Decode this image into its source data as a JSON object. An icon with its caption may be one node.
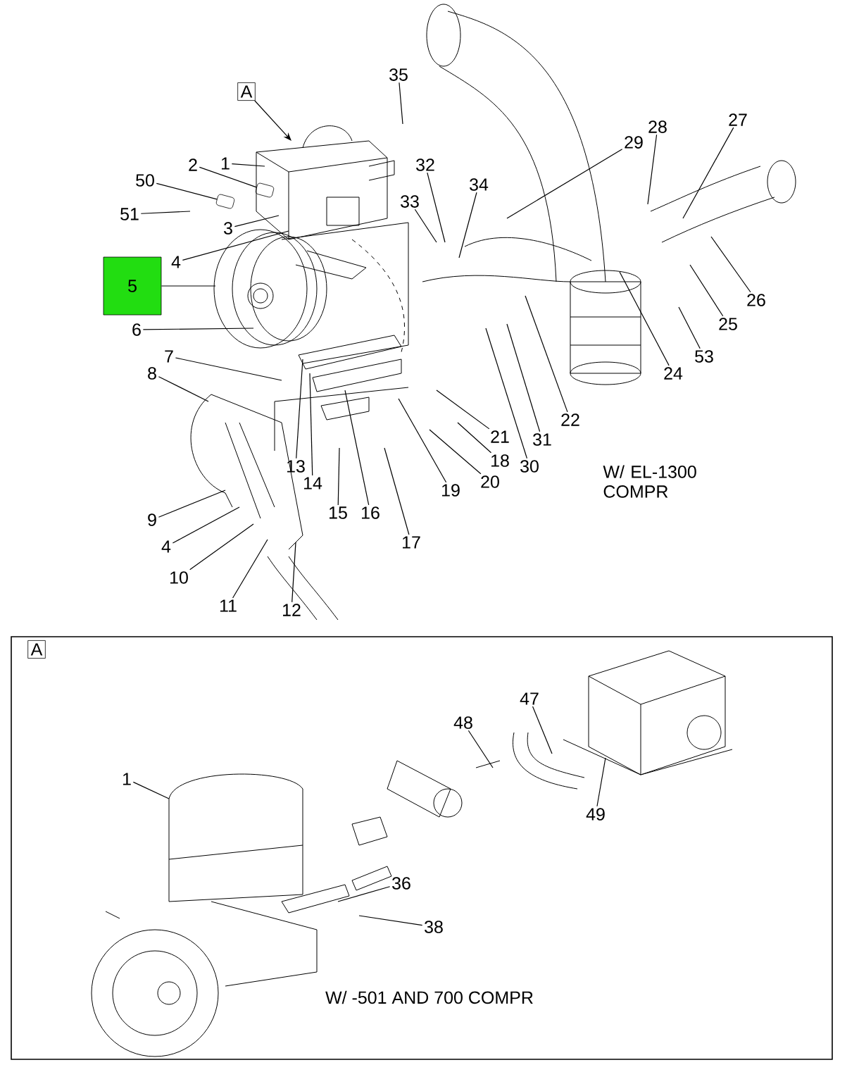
{
  "diagram": {
    "nodes": [
      {
        "text": [
          "A"
        ]
      },
      {
        "text": [
          "35"
        ]
      },
      {
        "text": [
          "1"
        ]
      },
      {
        "text": [
          "2"
        ]
      },
      {
        "text": [
          "50"
        ]
      },
      {
        "text": [
          "51"
        ]
      },
      {
        "text": [
          "3"
        ]
      },
      {
        "text": [
          "4"
        ]
      },
      {
        "text": [
          "5"
        ]
      },
      {
        "text": [
          "6"
        ]
      },
      {
        "text": [
          "7"
        ]
      },
      {
        "text": [
          "8"
        ]
      },
      {
        "text": [
          "13"
        ]
      },
      {
        "text": [
          "14"
        ]
      },
      {
        "text": [
          "15"
        ]
      },
      {
        "text": [
          "16"
        ]
      },
      {
        "text": [
          "17"
        ]
      },
      {
        "text": [
          "9"
        ]
      },
      {
        "text": [
          "4"
        ]
      },
      {
        "text": [
          "10"
        ]
      },
      {
        "text": [
          "11"
        ]
      },
      {
        "text": [
          "12"
        ]
      },
      {
        "text": [
          "33"
        ]
      },
      {
        "text": [
          "32"
        ]
      },
      {
        "text": [
          "34"
        ]
      },
      {
        "text": [
          "29"
        ]
      },
      {
        "text": [
          "28"
        ]
      },
      {
        "text": [
          "27"
        ]
      },
      {
        "text": [
          "26"
        ]
      },
      {
        "text": [
          "25"
        ]
      },
      {
        "text": [
          "53"
        ]
      },
      {
        "text": [
          "24"
        ]
      },
      {
        "text": [
          "22"
        ]
      },
      {
        "text": [
          "31"
        ]
      },
      {
        "text": [
          "30"
        ]
      },
      {
        "text": [
          "21"
        ]
      },
      {
        "text": [
          "18"
        ]
      },
      {
        "text": [
          "20"
        ]
      },
      {
        "text": [
          "19"
        ]
      },
      {
        "text": [
          "W/ -501 AND 700 COMPR"
        ]
      },
      {
        "text": [
          "A"
        ],
        "in": 39
      },
      {
        "text": [
          "1"
        ],
        "in": 39
      },
      {
        "text": [
          "48"
        ],
        "in": 39
      },
      {
        "text": [
          "47"
        ],
        "in": 39
      },
      {
        "text": [
          "49"
        ],
        "in": 39
      },
      {
        "text": [
          "36"
        ],
        "in": 39
      },
      {
        "text": [
          "38"
        ],
        "in": 39
      },
      {
        "text": [],
        "shape": "picture"
      },
      {
        "text": [],
        "shape": "picture"
      }
    ],
    "edges": [
      {
        "from": 0,
        "to": null,
        "arrow": "to"
      },
      {
        "from": 1,
        "to": null,
        "arrow": "none"
      },
      {
        "from": 2,
        "to": null,
        "arrow": "none"
      },
      {
        "from": 3,
        "to": 48,
        "arrow": "none"
      },
      {
        "from": 4,
        "to": 47,
        "arrow": "none"
      },
      {
        "from": 5,
        "to": null,
        "arrow": "none"
      },
      {
        "from": 6,
        "to": null,
        "arrow": "none"
      },
      {
        "from": 7,
        "to": null,
        "arrow": "none"
      },
      {
        "from": 8,
        "to": null,
        "arrow": "none"
      },
      {
        "from": 9,
        "to": null,
        "arrow": "none"
      },
      {
        "from": 10,
        "to": null,
        "arrow": "none"
      },
      {
        "from": 11,
        "to": null,
        "arrow": "none"
      },
      {
        "from": 12,
        "to": null,
        "arrow": "none"
      },
      {
        "from": 13,
        "to": null,
        "arrow": "none"
      },
      {
        "from": 14,
        "to": null,
        "arrow": "none"
      },
      {
        "from": 15,
        "to": null,
        "arrow": "none"
      },
      {
        "from": 16,
        "to": null,
        "arrow": "none"
      },
      {
        "from": 17,
        "to": null,
        "arrow": "none"
      },
      {
        "from": 18,
        "to": null,
        "arrow": "none"
      },
      {
        "from": 19,
        "to": null,
        "arrow": "none"
      },
      {
        "from": 20,
        "to": null,
        "arrow": "none"
      },
      {
        "from": 21,
        "to": null,
        "arrow": "none"
      },
      {
        "from": 22,
        "to": null,
        "arrow": "none"
      },
      {
        "from": 23,
        "to": null,
        "arrow": "none"
      },
      {
        "from": 24,
        "to": null,
        "arrow": "none"
      },
      {
        "from": 25,
        "to": null,
        "arrow": "none"
      },
      {
        "from": 26,
        "to": null,
        "arrow": "none"
      },
      {
        "from": 27,
        "to": null,
        "arrow": "none"
      },
      {
        "from": 28,
        "to": null,
        "arrow": "none"
      },
      {
        "from": 29,
        "to": null,
        "arrow": "none"
      },
      {
        "from": 30,
        "to": null,
        "arrow": "none"
      },
      {
        "from": 31,
        "to": null,
        "arrow": "none"
      },
      {
        "from": 32,
        "to": null,
        "arrow": "none"
      },
      {
        "from": 33,
        "to": null,
        "arrow": "none"
      },
      {
        "from": 34,
        "to": null,
        "arrow": "none"
      },
      {
        "from": 35,
        "to": null,
        "arrow": "none"
      },
      {
        "from": 36,
        "to": null,
        "arrow": "none"
      },
      {
        "from": 37,
        "to": null,
        "arrow": "none"
      },
      {
        "from": 38,
        "to": null,
        "arrow": "none"
      },
      {
        "from": 41,
        "to": null,
        "arrow": "none"
      },
      {
        "from": 42,
        "to": null,
        "arrow": "none"
      },
      {
        "from": 43,
        "to": null,
        "arrow": "none"
      },
      {
        "from": 44,
        "to": null,
        "arrow": "none"
      },
      {
        "from": 45,
        "to": null,
        "arrow": "none"
      },
      {
        "from": 46,
        "to": null,
        "arrow": "none"
      }
    ],
    "labels": [
      "W/ EL-1300 COMPR"
    ]
  }
}
